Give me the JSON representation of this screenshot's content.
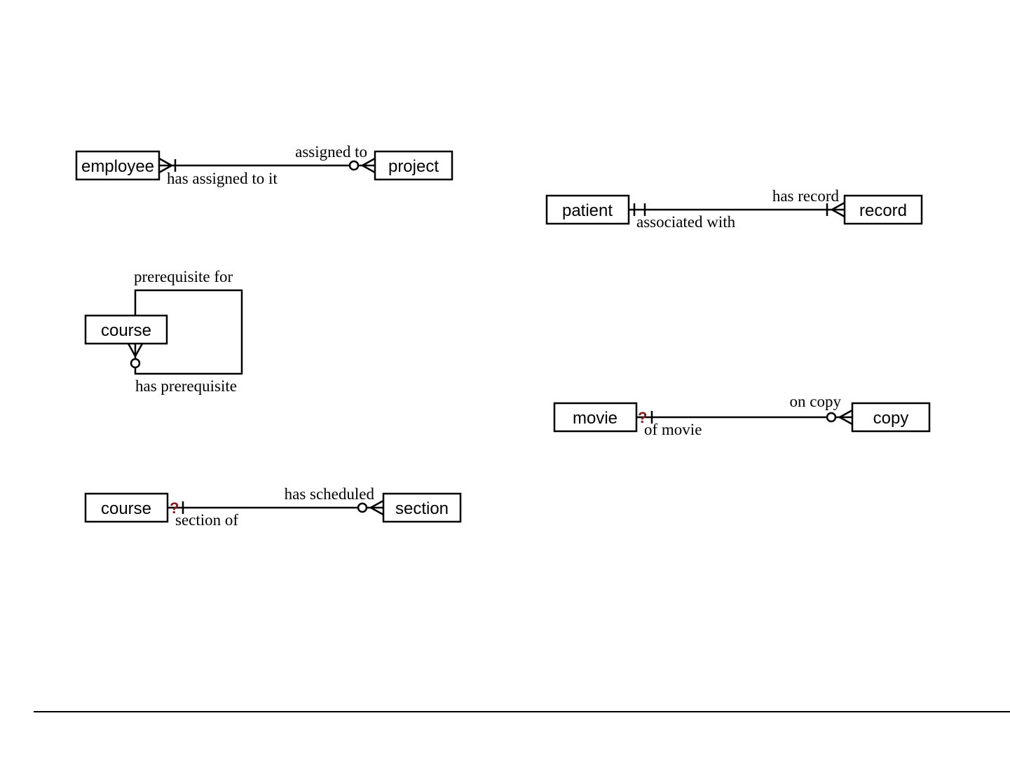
{
  "colors": {
    "line": "#000000",
    "box_fill": "#ffffff",
    "question_mark": "#8b1a1a"
  },
  "diagrams": {
    "employee_project": {
      "left_entity": "employee",
      "right_entity": "project",
      "top_label": "assigned to",
      "bottom_label": "has assigned to it"
    },
    "course_prereq": {
      "entity": "course",
      "top_label": "prerequisite for",
      "bottom_label": "has prerequisite"
    },
    "course_section": {
      "left_entity": "course",
      "right_entity": "section",
      "top_label": "has scheduled",
      "bottom_label": "section of",
      "unknown_marker": "?"
    },
    "patient_record": {
      "left_entity": "patient",
      "right_entity": "record",
      "top_label": "has record",
      "bottom_label": "associated with"
    },
    "movie_copy": {
      "left_entity": "movie",
      "right_entity": "copy",
      "top_label": "on copy",
      "bottom_label": "of movie",
      "unknown_marker": "?"
    }
  }
}
